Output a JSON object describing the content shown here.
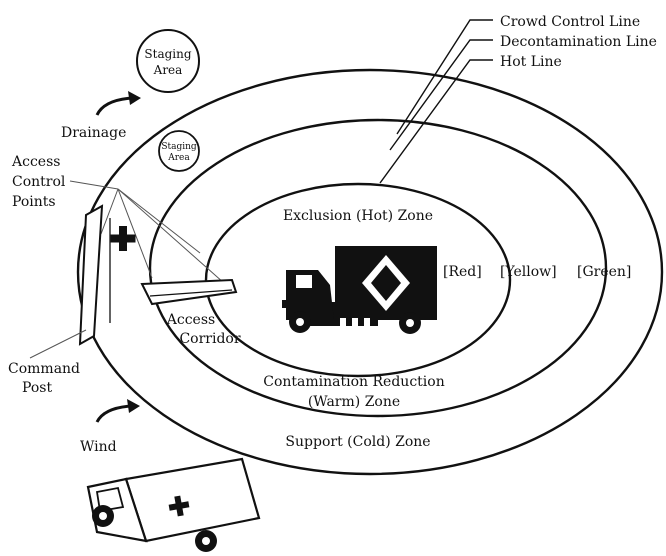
{
  "lines": {
    "crowd_control": "Crowd Control Line",
    "decontamination": "Decontamination Line",
    "hot": "Hot Line"
  },
  "staging_area_large": [
    "Staging",
    "Area"
  ],
  "staging_area_small": [
    "Staging",
    "Area"
  ],
  "drainage": "Drainage",
  "access_control_points": [
    "Access",
    "Control",
    "Points"
  ],
  "exclusion_zone": "Exclusion (Hot) Zone",
  "zone_colors": {
    "red": "[Red]",
    "yellow": "[Yellow]",
    "green": "[Green]"
  },
  "access_corridor": [
    "Access",
    "Corridor"
  ],
  "command_post": [
    "Command",
    "Post"
  ],
  "contamination_reduction_zone": [
    "Contamination Reduction",
    "(Warm) Zone"
  ],
  "wind": "Wind",
  "support_zone": "Support (Cold) Zone"
}
